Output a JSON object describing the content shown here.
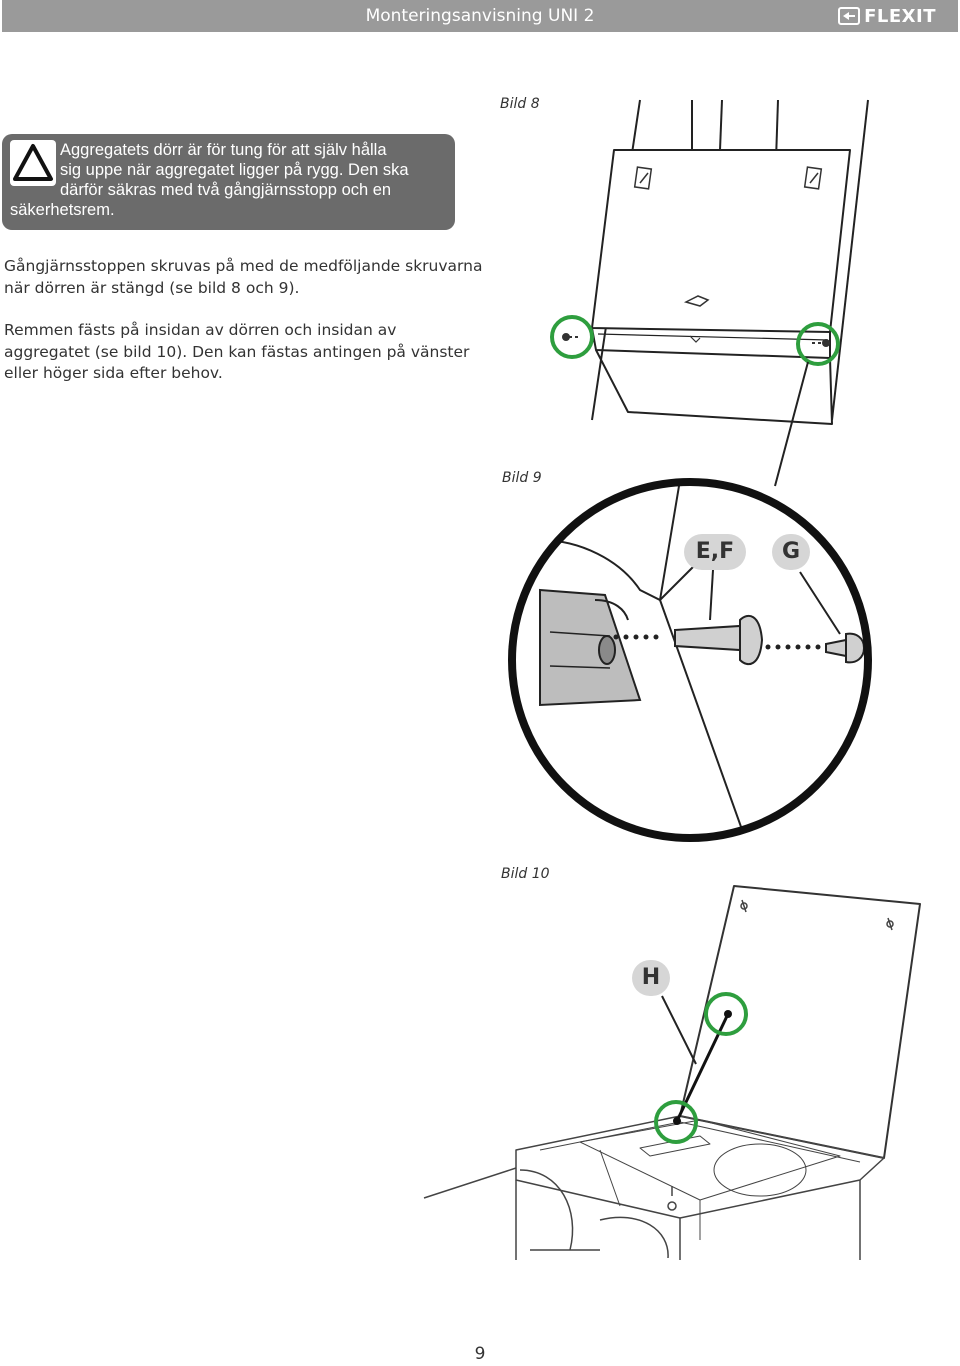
{
  "header": {
    "title": "Monteringsanvisning UNI 2",
    "brand": "FLEXIT",
    "brand_icon": "flexit-logo-icon"
  },
  "warning": {
    "icon": "warning-triangle-icon",
    "lines": [
      "Aggregatets dörr är för tung för att själv hålla",
      "sig uppe när aggregatet ligger på rygg. Den ska",
      "därför säkras med två gångjärnsstopp och en",
      "säkerhetsrem."
    ]
  },
  "paragraphs": {
    "p1": "Gångjärnsstoppen skruvas på med de medföljande skruvarna när dörren är stängd (se bild 8 och 9).",
    "p2": "Remmen fästs på insidan av dörren och insidan av aggregatet (se bild 10). Den kan fästas antingen på vänster eller höger sida efter behov."
  },
  "figures": {
    "bild8": {
      "caption": "Bild 8"
    },
    "bild9": {
      "caption": "Bild 9",
      "labels": [
        "E,F",
        "G"
      ]
    },
    "bild10": {
      "caption": "Bild 10",
      "labels": [
        "H"
      ]
    }
  },
  "colors": {
    "header_bg": "#9a9a9a",
    "warning_bg": "#6b6b6b",
    "highlight_circle": "#2e9e3e",
    "label_bg": "#d6d6d6"
  },
  "page_number": "9"
}
